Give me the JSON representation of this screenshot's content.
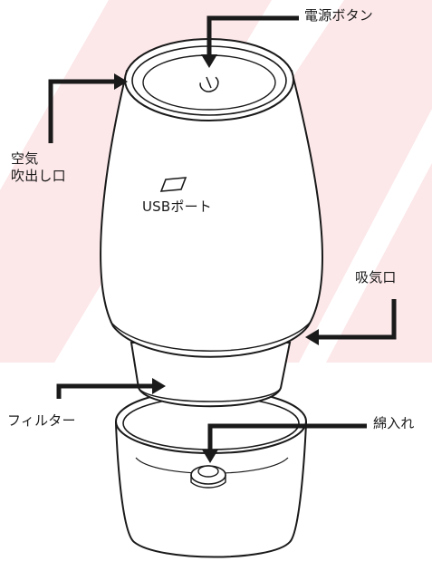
{
  "diagram": {
    "labels": {
      "power_button": "電源ボタン",
      "air_outlet_line1": "空気",
      "air_outlet_line2": "吹出し口",
      "usb_port": "USBポート",
      "air_intake": "吸気口",
      "filter": "フィルター",
      "cotton_insert": "綿入れ"
    },
    "colors": {
      "background": "#ffffff",
      "watermark": "#fce7e9",
      "line": "#1a1a1a",
      "fill": "#ffffff"
    }
  }
}
